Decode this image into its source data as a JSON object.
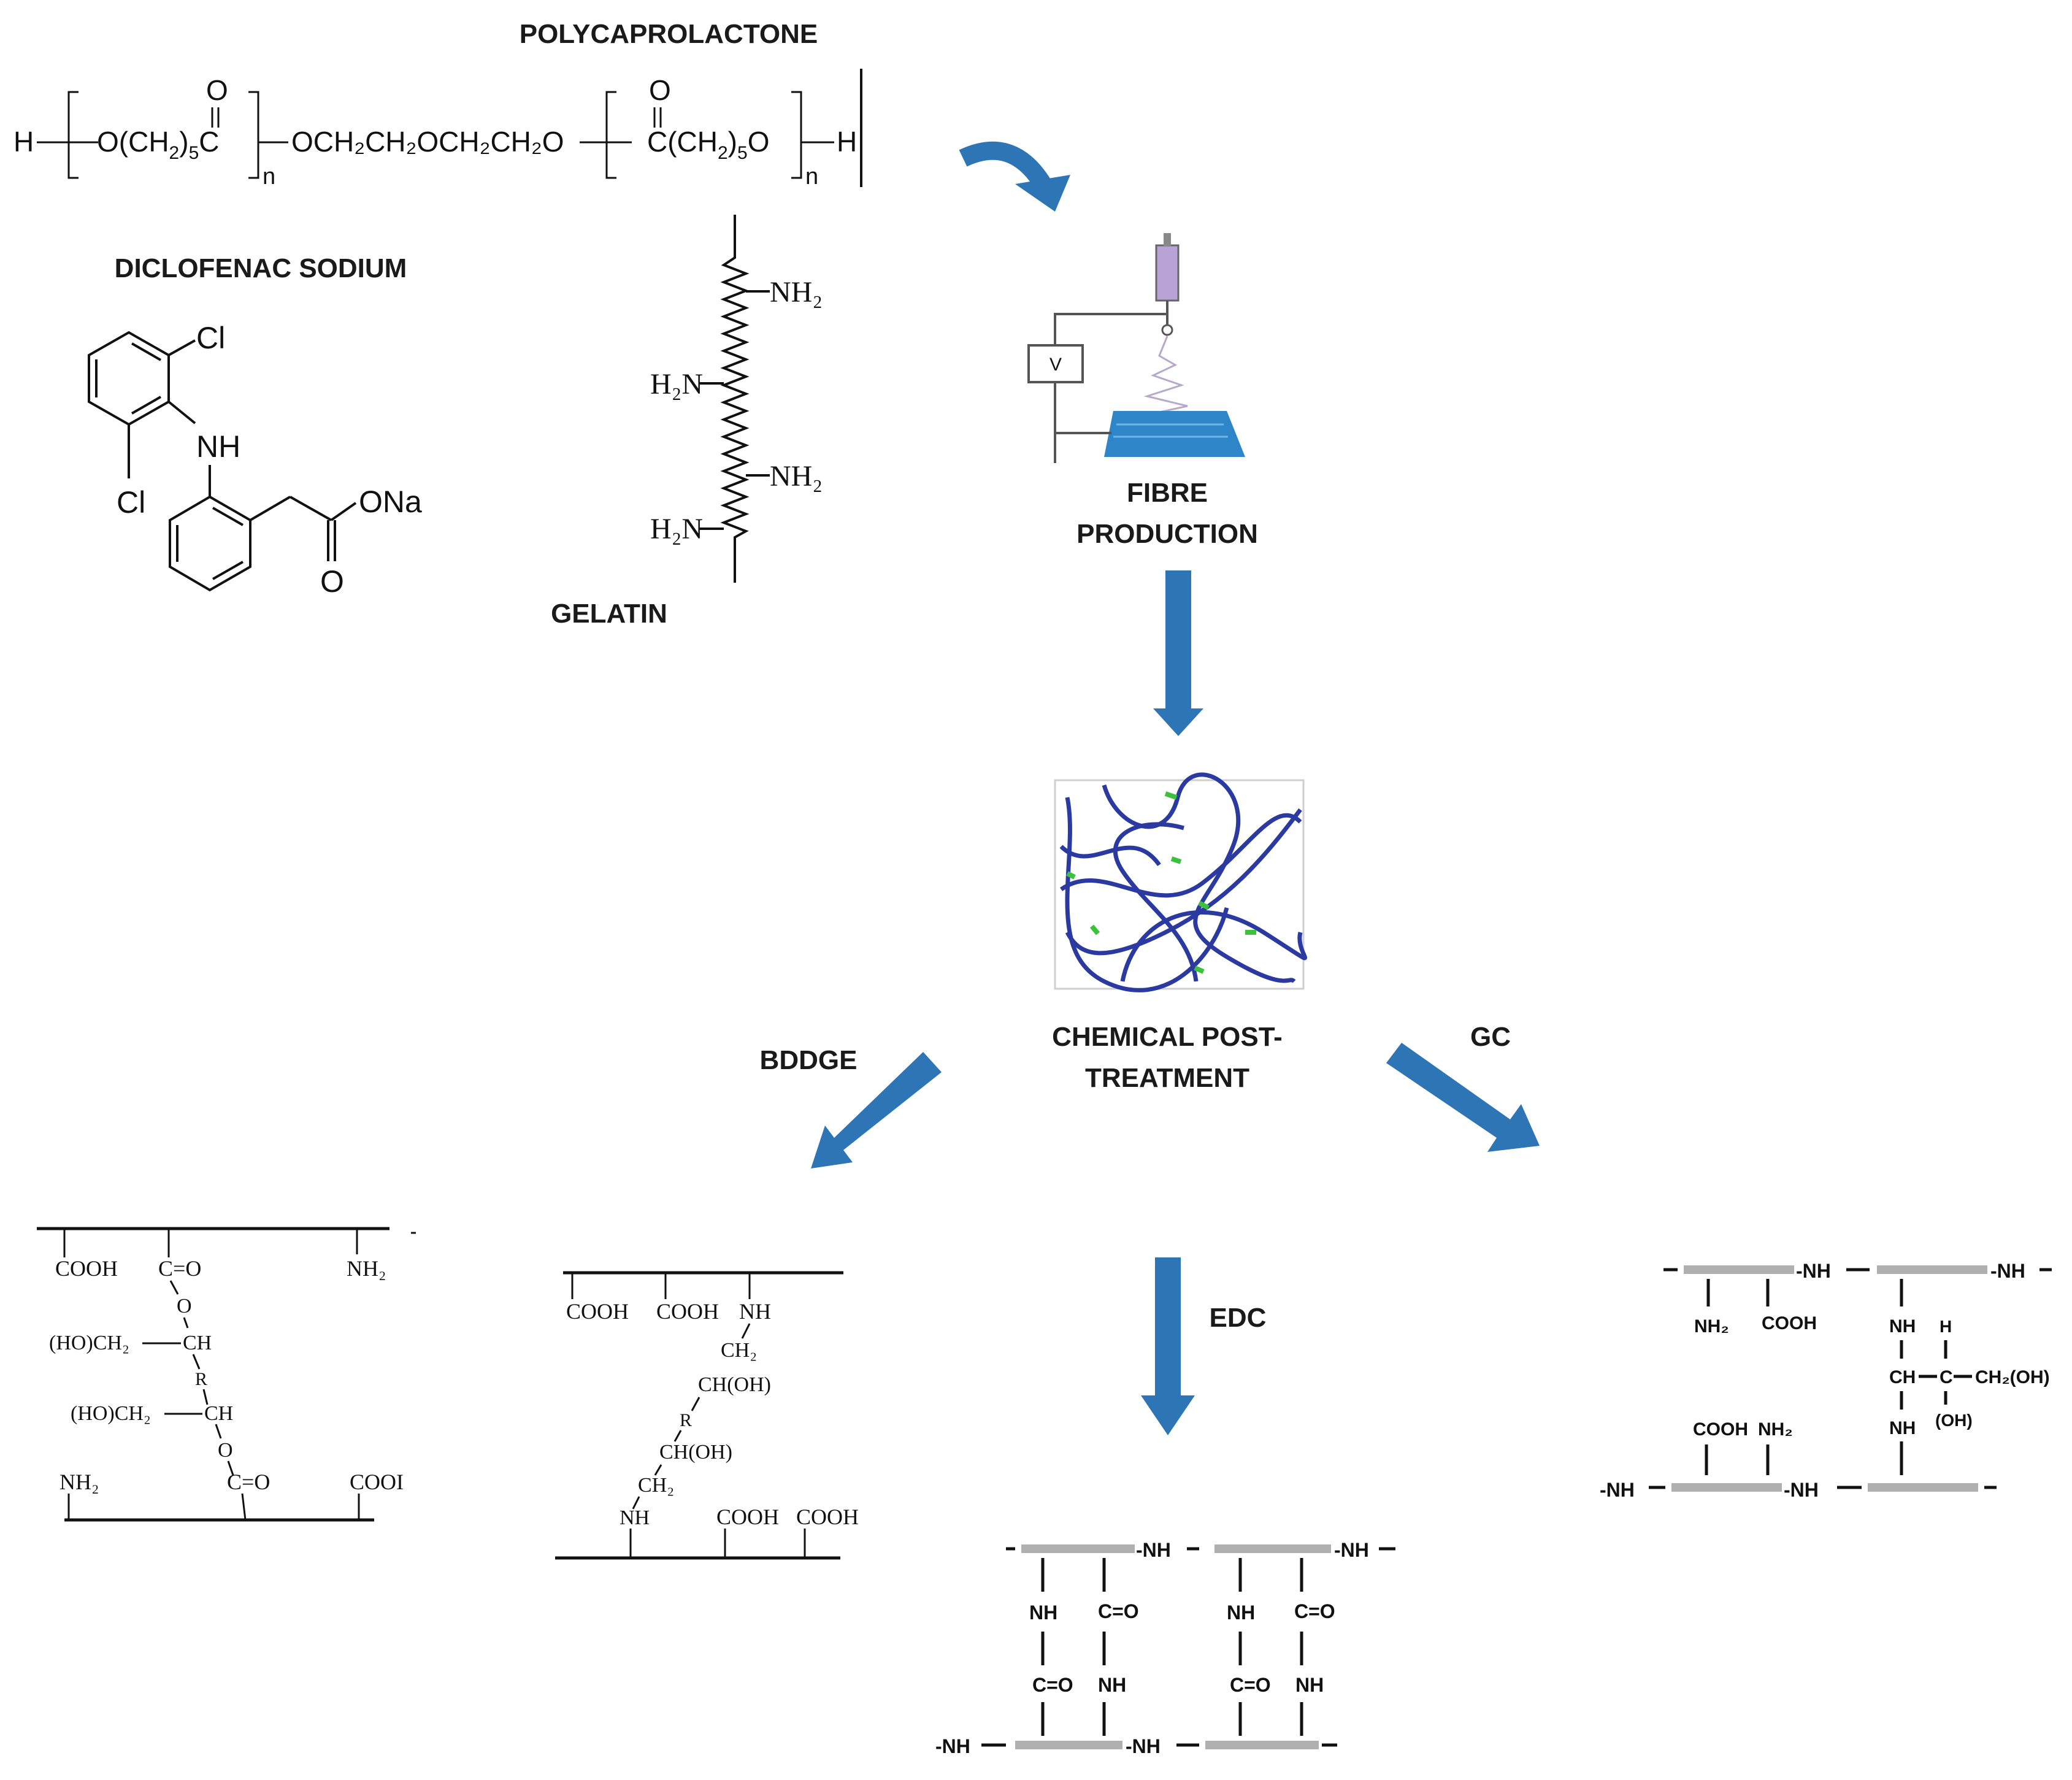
{
  "titles": {
    "polycaprolactone": "POLYCAPROLACTONE",
    "diclofenac": "DICLOFENAC SODIUM",
    "gelatin": "GELATIN",
    "fibre_line1": "FIBRE",
    "fibre_line2": "PRODUCTION",
    "chem_line1": "CHEMICAL POST-",
    "chem_line2": "TREATMENT",
    "bddge": "BDDGE",
    "gc": "GC",
    "edc": "EDC"
  },
  "pcl": {
    "h_left": "H",
    "rep1_a": "O(CH",
    "rep1_sub2": "2",
    "rep1_b": ")",
    "rep1_sub5": "5",
    "rep1_c": "C",
    "o_top": "O",
    "n": "n",
    "mid": "OCH₂CH₂OCH₂CH₂O",
    "rep2_a": "C(CH",
    "rep2_sub2": "2",
    "rep2_b": ")",
    "rep2_sub5": "5",
    "rep2_c": "O",
    "h_right": "H"
  },
  "diclofenac": {
    "cl_top": "Cl",
    "nh": "NH",
    "cl_bottom": "Cl",
    "ona": "ONa",
    "o": "O"
  },
  "gelatin": {
    "nh2_r1": "NH₂",
    "h2n_l1": "H₂N",
    "nh2_r2": "NH₂",
    "h2n_l2": "H₂N"
  },
  "electrospin": {
    "voltmeter": "V"
  },
  "bddge_struct1": {
    "cooh": "COOH",
    "c_eq_o": "C=O",
    "nh2_top": "NH₂",
    "o1": "O",
    "hoch2_1": "(HO)CH₂",
    "ch1": "CH",
    "r": "R",
    "hoch2_2": "(HO)CH₂",
    "ch2": "CH",
    "o2": "O",
    "nh2_bottom": "NH₂",
    "c_eq_o_2": "C=O",
    "cooh_bottom": "COOI"
  },
  "bddge_struct2": {
    "cooh1": "COOH",
    "cooh2": "COOH",
    "nh_top": "NH",
    "ch2_1": "CH₂",
    "choh_1": "CH(OH)",
    "r": "R",
    "choh_2": "CH(OH)",
    "ch2_2": "CH₂",
    "nh_bottom": "NH",
    "cooh3": "COOH",
    "cooh4": "COOH"
  },
  "edc_struct": {
    "nh": "NH",
    "c_eq_o": "C=O",
    "chain_nh": "-NH"
  },
  "gc_struct": {
    "nh2": "NH₂",
    "cooh": "COOH",
    "nh": "NH",
    "h": "H",
    "ch": "CH",
    "c": "C",
    "ch2oh": "CH₂(OH)",
    "oh": "(OH)",
    "chain_nh": "-NH"
  },
  "colors": {
    "arrow_blue": "#2e75b6",
    "fibre_blue": "#2b3aa0",
    "crosslink_green": "#3cc13c",
    "chain_grey": "#b0b0b0"
  }
}
